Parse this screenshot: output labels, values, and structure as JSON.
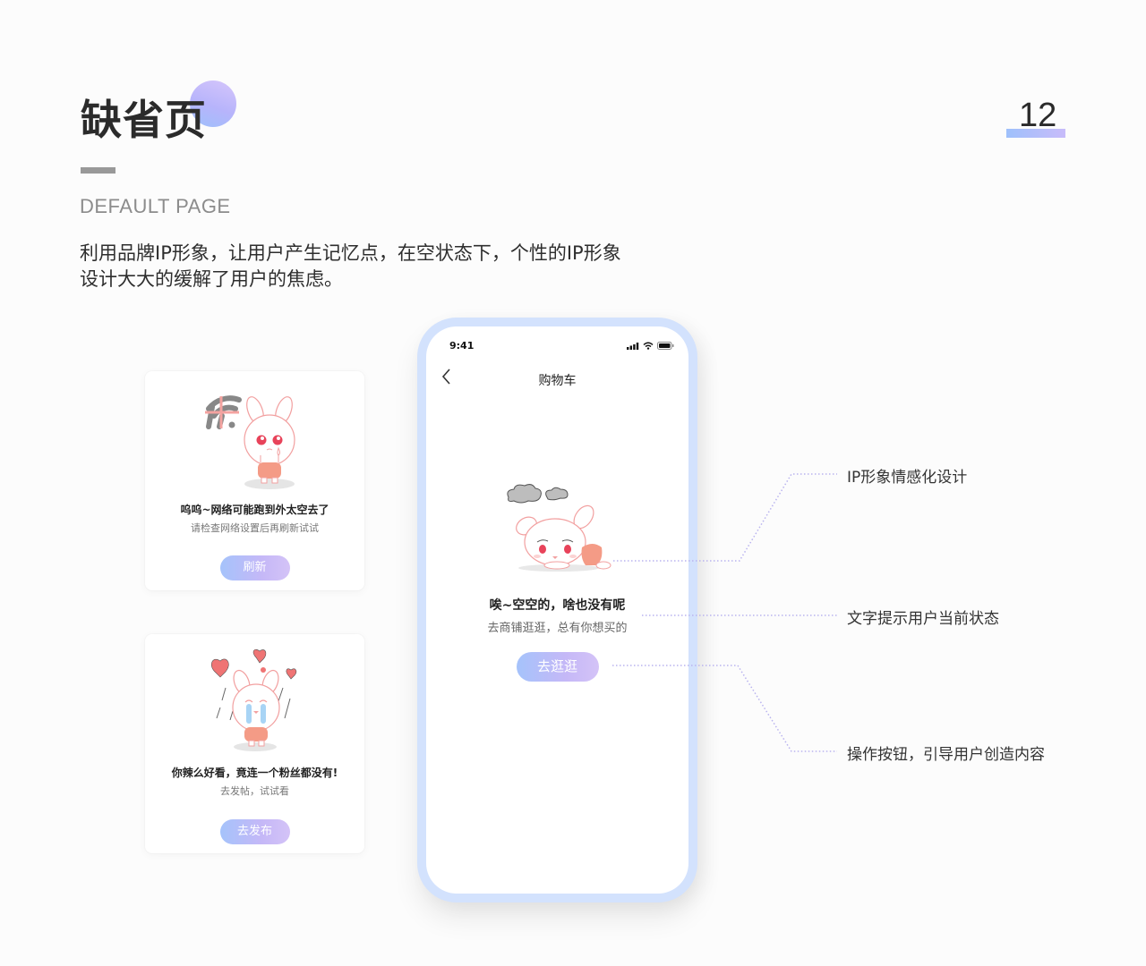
{
  "header": {
    "title": "缺省页",
    "subtitle": "DEFAULT PAGE",
    "description_line1": "利用品牌IP形象，让用户产生记忆点，在空状态下，个性的IP形象",
    "description_line2": "设计大大的缓解了用户的焦虑。",
    "page_number": "12"
  },
  "colors": {
    "accent_blue": "#9ec0fb",
    "accent_purple": "#c8bcfa",
    "phone_frame": "#d3e2fd",
    "background": "#fcfcfc",
    "ip_pink": "#f08a7c"
  },
  "cards": [
    {
      "illustration": "rabbit-crying-no-wifi",
      "icon": "wifi-off-icon",
      "title": "呜呜~网络可能跑到外太空去了",
      "subtitle": "请检查网络设置后再刷新试试",
      "button": "刷新"
    },
    {
      "illustration": "rabbit-crying-broken-hearts",
      "icon": "broken-heart-icon",
      "title": "你辣么好看，竟连一个粉丝都没有!",
      "subtitle": "去发帖，试试看",
      "button": "去发布"
    }
  ],
  "phone": {
    "status_time": "9:41",
    "status_icons": [
      "signal-icon",
      "wifi-icon",
      "battery-icon"
    ],
    "nav_title": "购物车",
    "back_icon": "chevron-left-icon",
    "illustration": "rabbit-lying-sad-clouds",
    "empty_title": "唉~空空的，啥也没有呢",
    "empty_subtitle": "去商铺逛逛，总有你想买的",
    "button": "去逛逛"
  },
  "annotations": [
    {
      "label": "IP形象情感化设计"
    },
    {
      "label": "文字提示用户当前状态"
    },
    {
      "label": "操作按钮，引导用户创造内容"
    }
  ]
}
